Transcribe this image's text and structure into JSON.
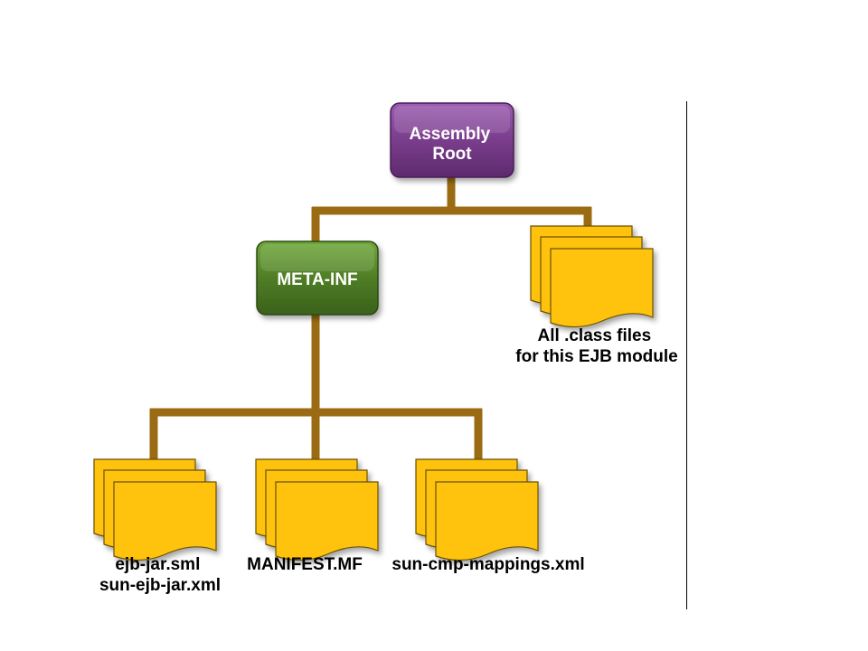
{
  "diagram": {
    "root": {
      "lines": [
        "Assembly",
        "Root"
      ],
      "color": "#7a3d8c"
    },
    "meta_inf": {
      "lines": [
        "META-INF"
      ],
      "color": "#4f7d25"
    },
    "class_files": {
      "lines": [
        "All .class files",
        "for this EJB module"
      ]
    },
    "files": [
      {
        "lines": [
          "ejb-jar.sml",
          "sun-ejb-jar.xml"
        ]
      },
      {
        "lines": [
          "MANIFEST.MF"
        ]
      },
      {
        "lines": [
          "sun-cmp-mappings.xml"
        ]
      }
    ],
    "colors": {
      "connector": "#9a6b12",
      "document_fill": "#ffc20e",
      "document_edge": "#6b5200"
    }
  }
}
